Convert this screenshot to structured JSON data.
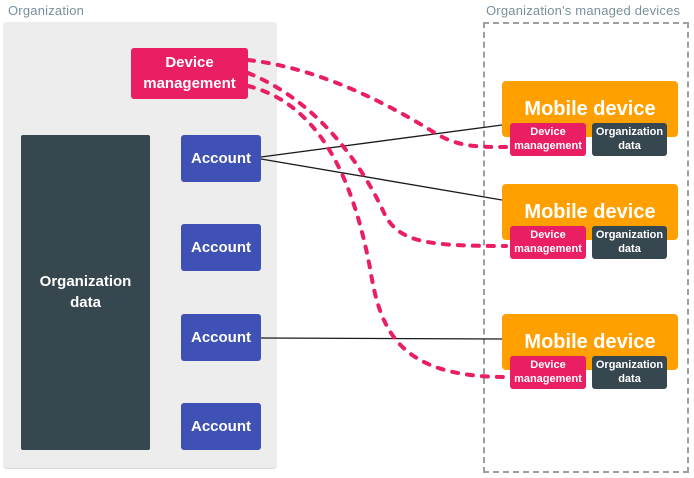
{
  "org_section": {
    "label": "Organization",
    "device_management": {
      "label": "Device management"
    },
    "organization_data": {
      "label": "Organization data"
    },
    "accounts": [
      {
        "label": "Account"
      },
      {
        "label": "Account"
      },
      {
        "label": "Account"
      },
      {
        "label": "Account"
      }
    ]
  },
  "devices_section": {
    "label": "Organization's managed devices",
    "devices": [
      {
        "title": "Mobile device",
        "chips": [
          {
            "label": "Device management"
          },
          {
            "label": "Organization data"
          }
        ]
      },
      {
        "title": "Mobile device",
        "chips": [
          {
            "label": "Device management"
          },
          {
            "label": "Organization data"
          }
        ]
      },
      {
        "title": "Mobile device",
        "chips": [
          {
            "label": "Device management"
          },
          {
            "label": "Organization data"
          }
        ]
      }
    ]
  },
  "connections": {
    "policy_links": [
      {
        "from": "device-management",
        "to": "device-1-device-management-chip",
        "style": "dotted-pink"
      },
      {
        "from": "device-management",
        "to": "device-2-device-management-chip",
        "style": "dotted-pink"
      },
      {
        "from": "device-management",
        "to": "device-3-device-management-chip",
        "style": "dotted-pink"
      }
    ],
    "account_links": [
      {
        "from": "account-1",
        "to": "device-1",
        "style": "solid-black"
      },
      {
        "from": "account-1",
        "to": "device-2",
        "style": "solid-black"
      },
      {
        "from": "account-3",
        "to": "device-3",
        "style": "solid-black"
      }
    ]
  },
  "colors": {
    "pink": "#E91E63",
    "orange": "#FFA000",
    "indigo": "#3F51B5",
    "slate": "#37474F",
    "container_gray": "#EDEDED",
    "label_gray_blue": "#78909C",
    "dashed_border_gray": "#9E9E9E",
    "connector_black": "#1A1A1A"
  }
}
